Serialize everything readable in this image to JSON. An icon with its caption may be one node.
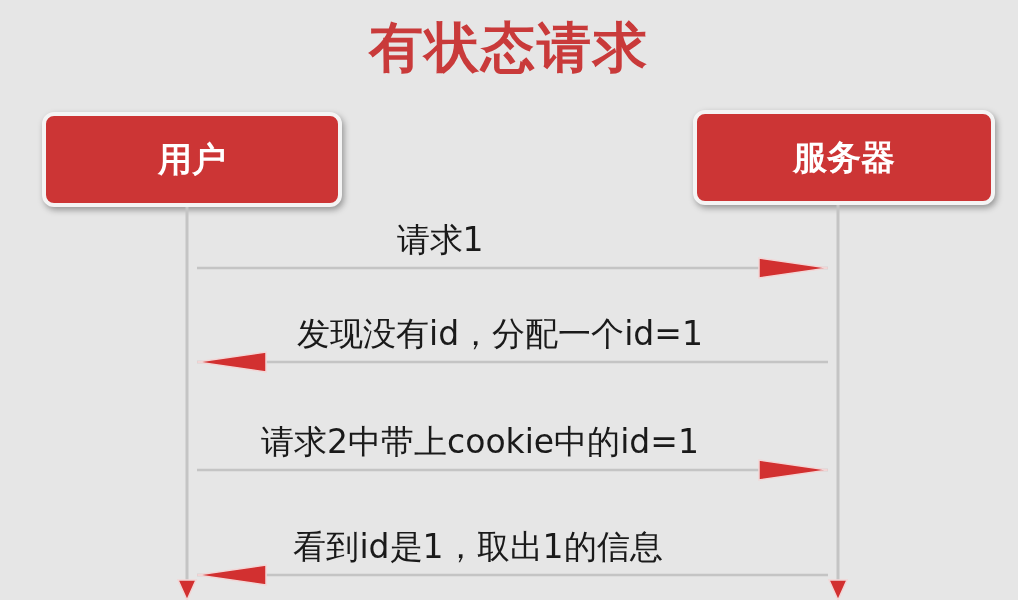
{
  "diagram": {
    "title": "有状态请求",
    "nodes": [
      {
        "text": [
          "用户"
        ]
      },
      {
        "text": [
          "服务器"
        ]
      },
      {
        "text": [],
        "shape": "bar"
      },
      {
        "text": [],
        "shape": "bar"
      }
    ],
    "edges": [
      {
        "from": 2,
        "to": 3,
        "arrow": "to",
        "label": "请求1"
      },
      {
        "from": 3,
        "to": 2,
        "arrow": "to",
        "label": "发现没有id，分配一个id=1"
      },
      {
        "from": 2,
        "to": 3,
        "arrow": "to",
        "label": "请求2中带上cookie中的id=1"
      },
      {
        "from": 3,
        "to": 2,
        "arrow": "to",
        "label": "看到id是1，取出1的信息"
      }
    ]
  }
}
